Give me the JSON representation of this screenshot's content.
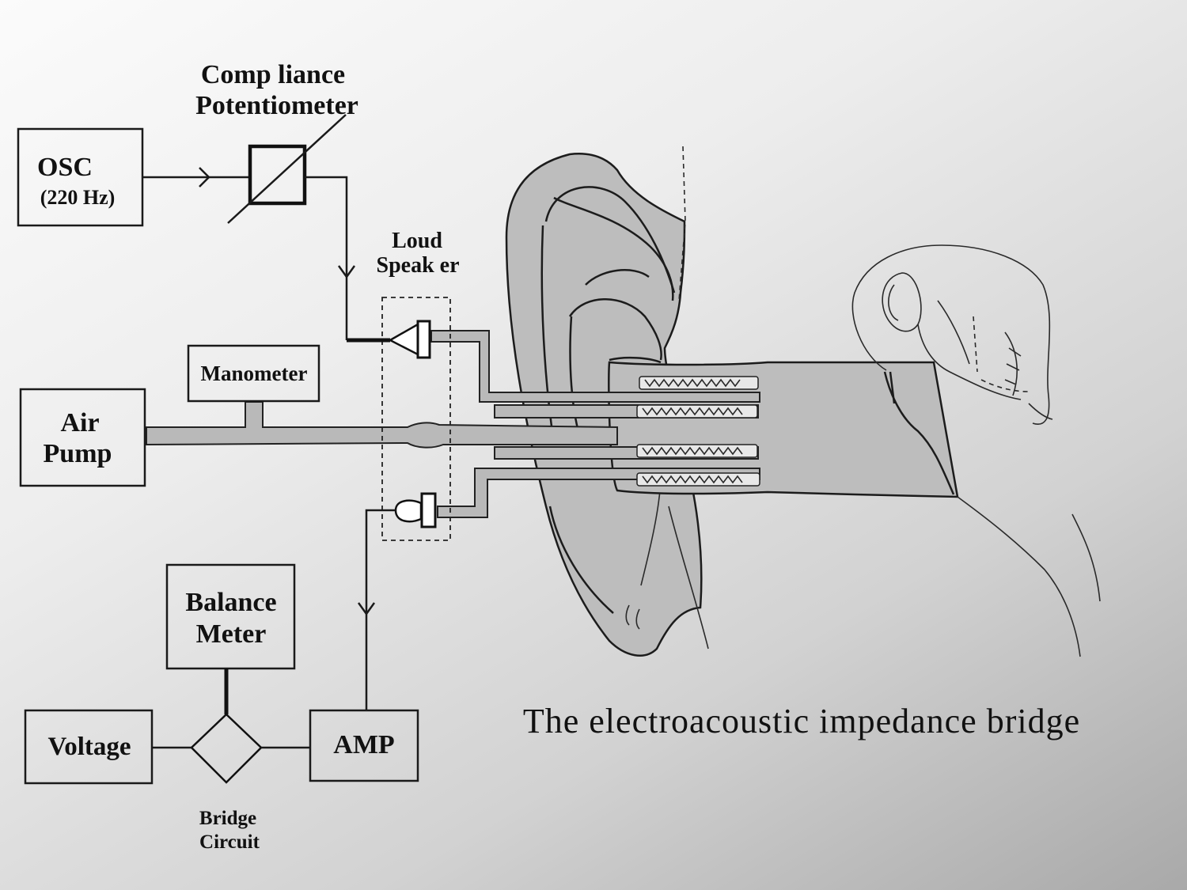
{
  "labels": {
    "compliance_line1": "Comp liance",
    "compliance_line2": "Potentiometer",
    "osc_line1": "OSC",
    "osc_line2": "(220 Hz)",
    "loudspeaker_line1": "Loud",
    "loudspeaker_line2": "Speak er",
    "manometer": "Manometer",
    "airpump_line1": "Air",
    "airpump_line2": "Pump",
    "balance_line1": "Balance",
    "balance_line2": "Meter",
    "voltage": "Voltage",
    "amp": "AMP",
    "bridge_line1": "Bridge",
    "bridge_line2": "Circuit"
  },
  "caption": "The electroacoustic impedance bridge",
  "colors": {
    "background_light": "#fbfbfb",
    "background_dark": "#a9a9a9",
    "tube_fill": "#b9b9b9",
    "ear_fill": "#bdbdbd",
    "line": "#1a1a1a"
  }
}
